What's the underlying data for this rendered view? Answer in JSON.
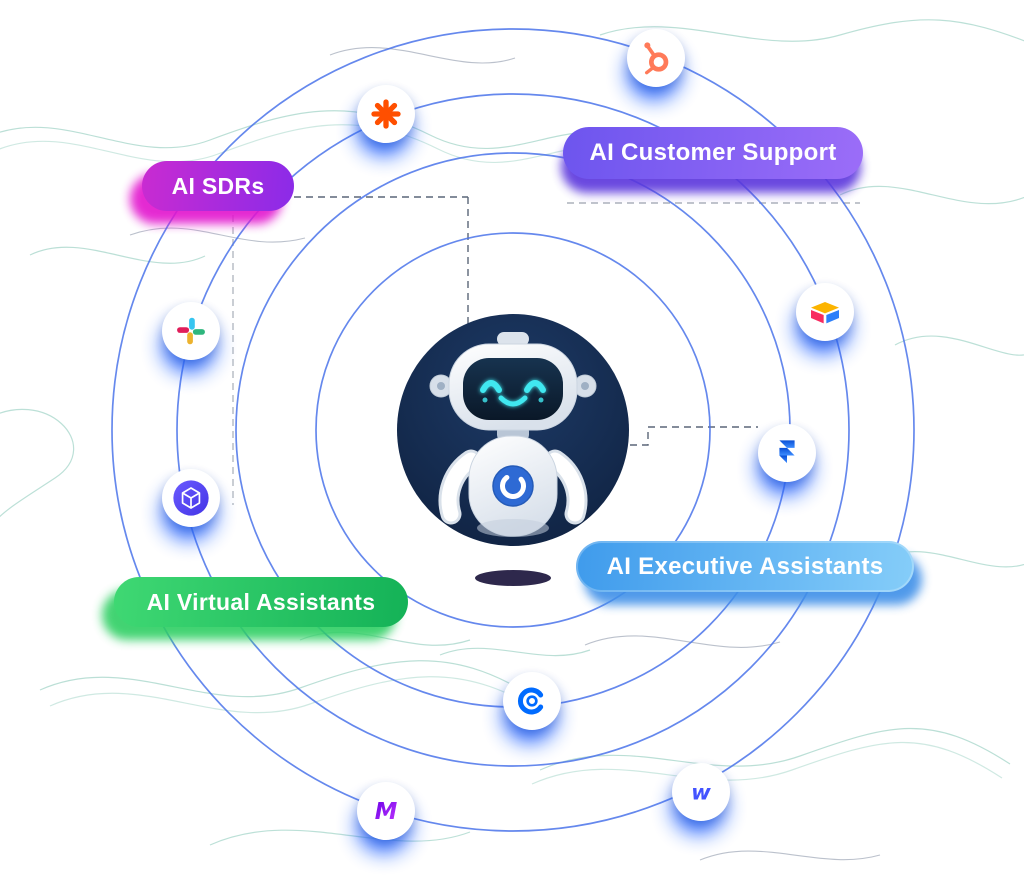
{
  "pills": {
    "sdrs": {
      "label": "AI SDRs"
    },
    "customer_support": {
      "label": "AI Customer Support"
    },
    "virtual_assistants": {
      "label": "AI Virtual Assistants"
    },
    "executive_assistants": {
      "label": "AI Executive Assistants"
    }
  },
  "pill_colors": {
    "sdrs": {
      "from": "#C92BD1",
      "to": "#8B2BE8",
      "shadow": "#E214CE"
    },
    "customer_support": {
      "from": "#6D55EE",
      "to": "#9B6DF8",
      "shadow": "#5A35DC"
    },
    "virtual_assistants": {
      "from": "#3FD873",
      "to": "#14B257",
      "shadow": "#2ECF63"
    },
    "executive_assistants": {
      "from": "#3F9BEC",
      "to": "#85CDF9",
      "shadow": "#3E8FE8"
    }
  },
  "icons": [
    {
      "name": "hubspot-icon",
      "color": "#FF7A59"
    },
    {
      "name": "zapier-icon",
      "color": "#FF4F00"
    },
    {
      "name": "slack-icon",
      "colors": [
        "#36C5F0",
        "#2EB67D",
        "#ECB22E",
        "#E01E5A"
      ]
    },
    {
      "name": "cube-app-icon",
      "color": "#5B4DF5"
    },
    {
      "name": "airtable-icon",
      "colors": [
        "#FCB400",
        "#F82B60",
        "#2D7FF9"
      ]
    },
    {
      "name": "framer-icon",
      "color": "#0B63F6"
    },
    {
      "name": "calendly-icon",
      "color": "#006BFF"
    },
    {
      "name": "make-icon",
      "color": "#8A2BE2"
    },
    {
      "name": "webflow-icon",
      "color": "#4353FF"
    }
  ],
  "orbits": {
    "count": 4,
    "color": "#4B74EA"
  },
  "glow_color": "#2E6BFF",
  "center": {
    "name": "ai-robot-mascot",
    "disc_color": "#152C50",
    "face_accent": "#41E8F0"
  }
}
